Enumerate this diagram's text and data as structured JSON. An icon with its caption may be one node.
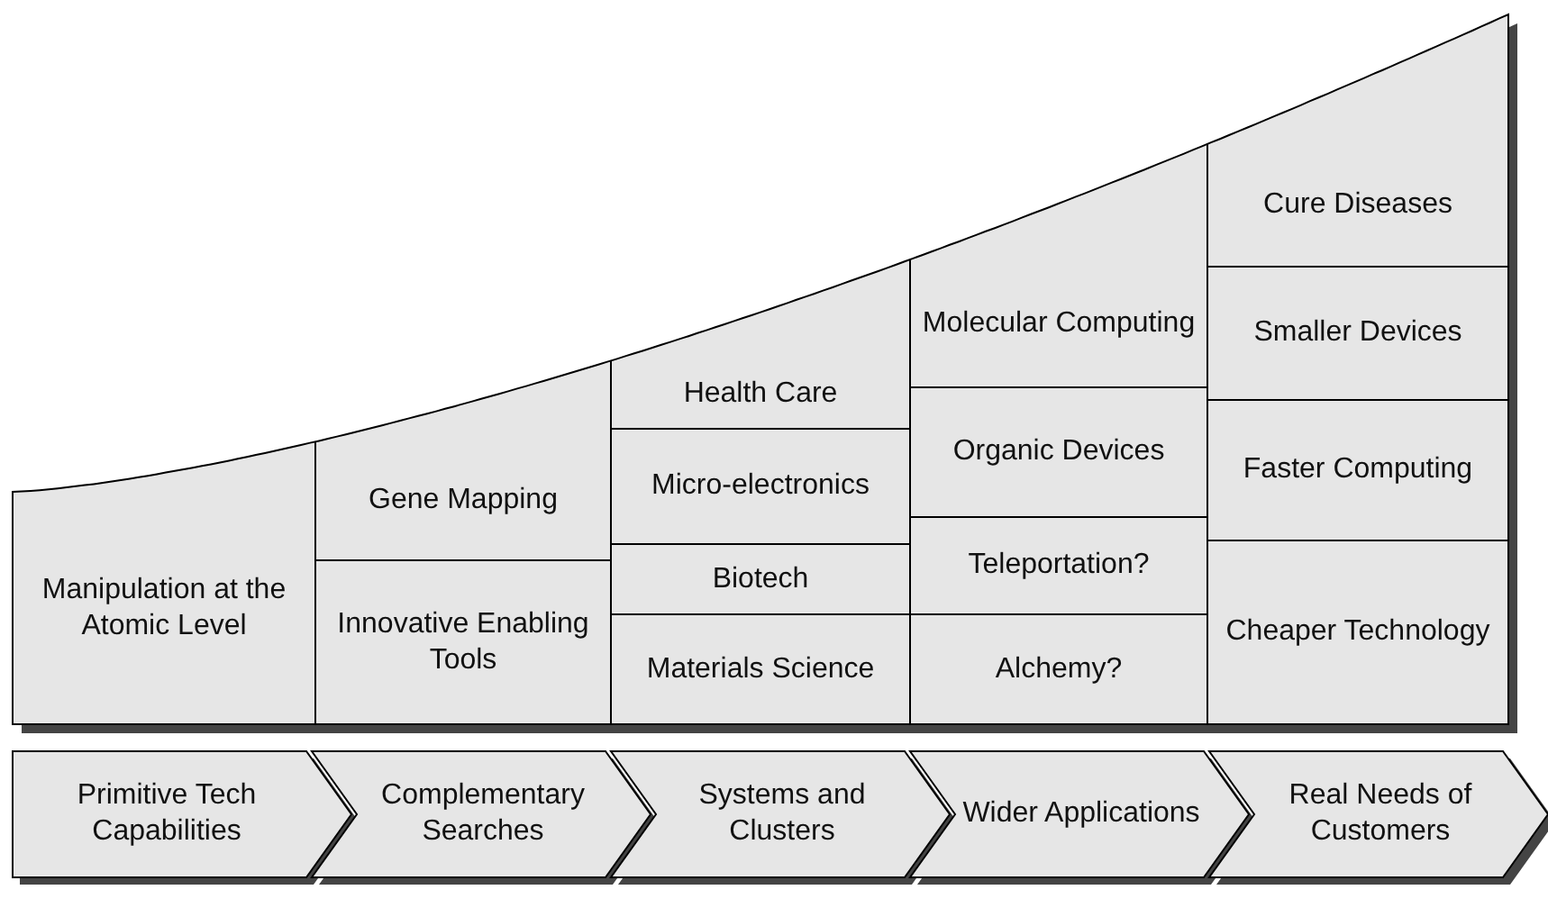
{
  "diagram": {
    "nodes": [
      {
        "text": [
          "Manipulation at the Atomic Level"
        ]
      },
      {
        "text": [
          "Gene Mapping"
        ]
      },
      {
        "text": [
          "Innovative Enabling Tools"
        ]
      },
      {
        "text": [
          "Health Care"
        ]
      },
      {
        "text": [
          "Micro-electronics"
        ]
      },
      {
        "text": [
          "Biotech"
        ]
      },
      {
        "text": [
          "Materials Science"
        ]
      },
      {
        "text": [
          "Molecular Computing"
        ]
      },
      {
        "text": [
          "Organic Devices"
        ]
      },
      {
        "text": [
          "Teleportation?"
        ]
      },
      {
        "text": [
          "Alchemy?"
        ]
      },
      {
        "text": [
          "Cure Diseases"
        ]
      },
      {
        "text": [
          "Smaller Devices"
        ]
      },
      {
        "text": [
          "Faster Computing"
        ]
      },
      {
        "text": [
          "Cheaper Technology"
        ]
      },
      {
        "text": [
          "Primitive Tech Capabilities"
        ]
      },
      {
        "text": [
          "Complementary Searches"
        ]
      },
      {
        "text": [
          "Systems and Clusters"
        ]
      },
      {
        "text": [
          "Wider Applications"
        ]
      },
      {
        "text": [
          "Real Needs of Customers"
        ]
      }
    ]
  }
}
